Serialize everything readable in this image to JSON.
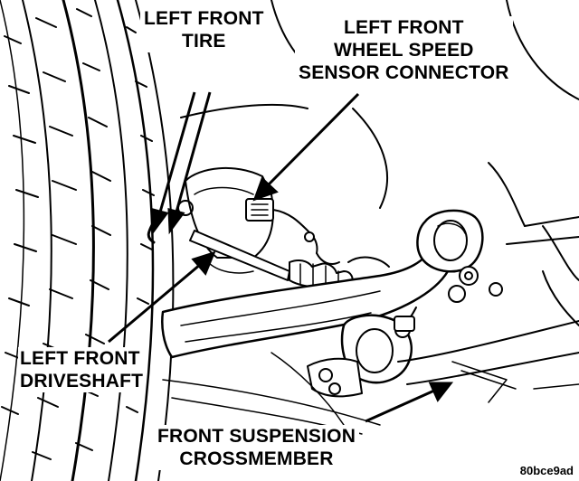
{
  "labels": {
    "tire": [
      "LEFT FRONT",
      "TIRE"
    ],
    "sensor": [
      "LEFT FRONT",
      "WHEEL SPEED",
      "SENSOR CONNECTOR"
    ],
    "driveshaft": [
      "LEFT FRONT",
      "DRIVESHAFT"
    ],
    "crossmember": [
      "FRONT SUSPENSION",
      "CROSSMEMBER"
    ]
  },
  "figure_ref": "80bce9ad",
  "colors": {
    "ink": "#000000",
    "paper": "#ffffff"
  }
}
